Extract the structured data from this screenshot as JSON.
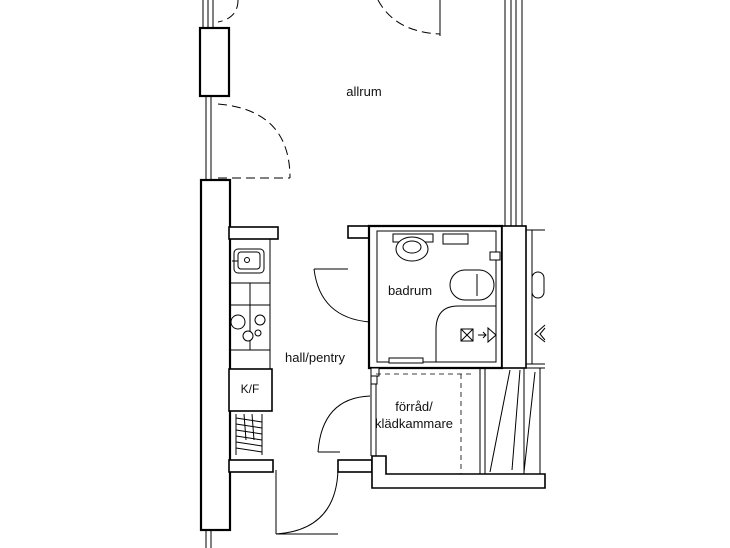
{
  "rooms": {
    "allrum": "allrum",
    "hall": "hall/pentry",
    "badrum": "badrum",
    "storage_line1": "förråd/",
    "storage_line2": "klädkammare",
    "kf": "K/F"
  }
}
